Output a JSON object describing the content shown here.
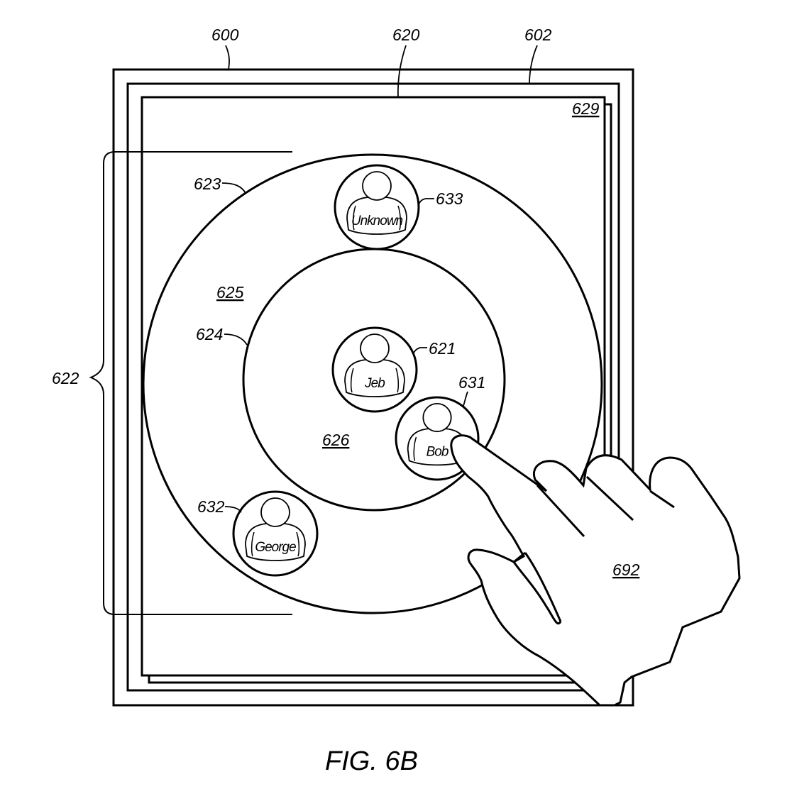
{
  "figure": {
    "caption": "FIG. 6B",
    "device_ref": "600",
    "display_ref": "602",
    "screen_ref": "620",
    "window_ref": "629",
    "group_ref": "622",
    "outer_ring_ref": "623",
    "inner_ring_ref": "624",
    "outer_region_ref": "625",
    "inner_region_ref": "626",
    "hand_ref": "692"
  },
  "contacts": [
    {
      "ref": "621",
      "name": "Jeb",
      "ring": "inner",
      "role": "center"
    },
    {
      "ref": "631",
      "name": "Bob",
      "ring": "inner",
      "role": "selected-by-touch"
    },
    {
      "ref": "632",
      "name": "George",
      "ring": "outer"
    },
    {
      "ref": "633",
      "name": "Unknown",
      "ring": "outer"
    }
  ],
  "icons": {
    "contact_avatar": "person-icon",
    "hand": "hand-touch-icon"
  }
}
